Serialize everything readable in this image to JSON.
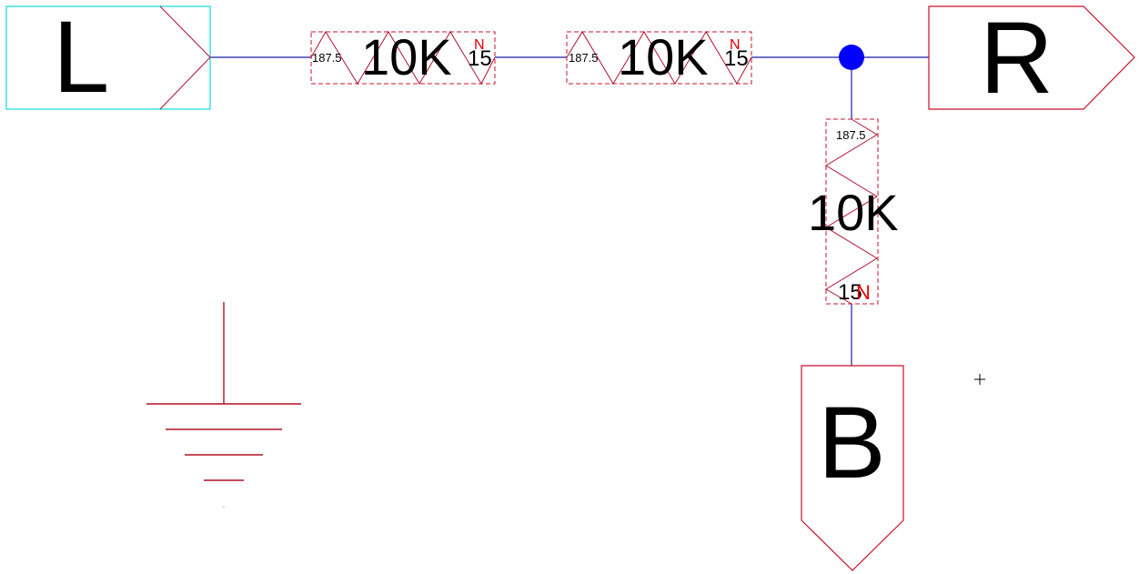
{
  "colors": {
    "wire": "#1a1aa8",
    "junction": "#0000ff",
    "component_outline": "#c8102e",
    "selected_port_outline": "#40e0e0",
    "marker": "#e00000",
    "text": "#000000"
  },
  "ports": {
    "left": {
      "label": "L",
      "selected": true
    },
    "right": {
      "label": "R"
    },
    "bottom": {
      "label": "B"
    }
  },
  "resistors": [
    {
      "value": "10K",
      "pin1_label": "187.5",
      "pin2_label": "15",
      "marker": "N",
      "orientation": "horizontal"
    },
    {
      "value": "10K",
      "pin1_label": "187.5",
      "pin2_label": "15",
      "marker": "N",
      "orientation": "horizontal"
    },
    {
      "value": "10K",
      "pin1_label": "187.5",
      "pin2_label": "15",
      "marker": "N",
      "orientation": "vertical"
    }
  ],
  "junction": {
    "type": "dot"
  },
  "ground": {
    "symbol": "earth-ground"
  },
  "cursor": {
    "type": "crosshair"
  }
}
